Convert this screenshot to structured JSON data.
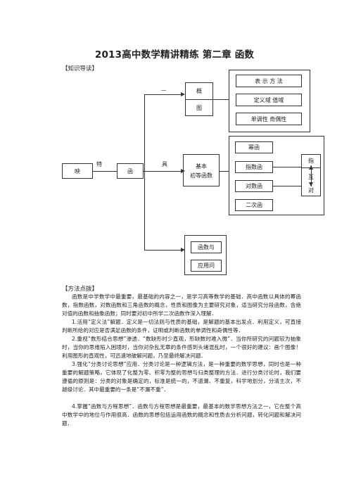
{
  "title": "2013高中数学精讲精练 第二章 函数",
  "section1": "【知识导读】",
  "section2": "【方法点拨】",
  "diagram": {
    "left_box": "映",
    "label_te": "特",
    "middle_box": "函",
    "label_ju": "具",
    "dash_top": "一",
    "concept_box": [
      "概",
      "图"
    ],
    "right_top": [
      "表 示 方 法",
      "定义域 值域",
      "单调性 奇偶性"
    ],
    "basic_box": [
      "基本",
      "初等函数"
    ],
    "basic_list": [
      "幂函",
      "指数函",
      "对数函",
      "二次函"
    ],
    "side_box": [
      "指",
      "互",
      "对"
    ],
    "bottom_box": [
      "函数与",
      "应用问"
    ]
  },
  "paragraphs": [
    "函数是中学数学中最重要，最基础的内容之一，是学习高等数学的基础．高中函数以具体的幂函数，指数函数，对数函数和三角函数的概念，性质和图像为主要研究对象，适当研究分段函数，含绝对值的函数和抽象函数；同时要对初中所学二次函数作深入理解．",
    "1.活用“定义法”解题．定义是一切法则与性质的基础，是解题的基本出发点．利用定义，可直接判断所给的对应是否满足函数的条件，证明或判断函数的单调性和奇偶性等．",
    "2.重视“数形结合思想”渗透．“数缺形时少直观，形缺数时难入微”．当你所研究的问题较为抽象时，当你的思维陷入困境时，当你对杂乱无章的条件感到头绪混乱时，一个很好的建议：画个图像！利用图形的直观性，可迅速地破解问题，乃至最终解决问题．",
    "3.强化“分类讨论思想”应用．分类讨论是一种逻辑方法，是一种重要的数学思想，同时也是一种重要的解题策略，它体现了化整为零、积零为整的思想与归类整理的方法．进行分类讨论时，我们要遵循的原则是：分类的对象是确定的，标准是统一的，不遗漏、不重复，科学地划分，分清主次，不越级讨论．其中最重要的一条是“不漏不重”．",
    "4.掌握“函数与方程思想”．函数与方程思想是最重要，最基本的数学思想方法之一，它在整个高中数学中的地位与作用很高．函数的思想包括运用函数的概念和性质去分析问题，转化问题和解决问题．"
  ]
}
